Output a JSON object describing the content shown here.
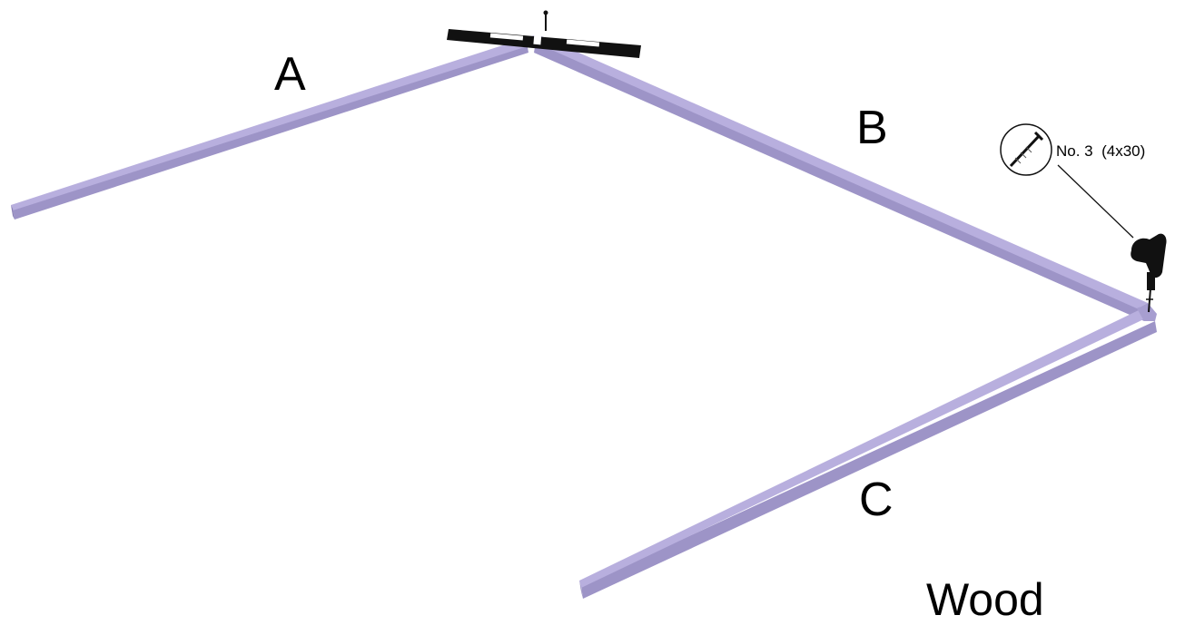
{
  "labels": {
    "beam_a": "A",
    "beam_b": "B",
    "beam_c": "C",
    "material": "Wood",
    "screw": "No. 3  (4x30)"
  },
  "colors": {
    "beam_top": "#b6addc",
    "beam_side": "#9d94c7",
    "beam_end": "#8b82b6",
    "tool": "#111111"
  },
  "icons": [
    "spirit-level-icon",
    "screw-icon",
    "drill-icon"
  ]
}
